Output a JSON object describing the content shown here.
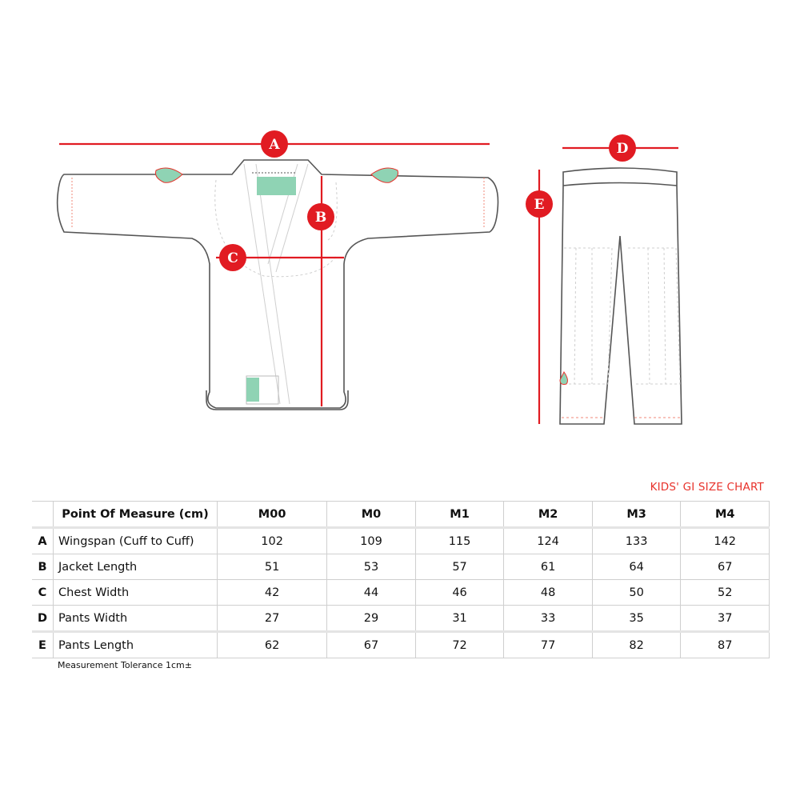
{
  "diagram": {
    "markers": [
      "A",
      "B",
      "C",
      "D",
      "E"
    ],
    "accent_color": "#e11b22",
    "badge_color": "#8fd3b4"
  },
  "chart_title": "KIDS' GI SIZE CHART",
  "table": {
    "header_label": "Point Of Measure (cm)",
    "sizes": [
      "M00",
      "M0",
      "M1",
      "M2",
      "M3",
      "M4"
    ],
    "rows": [
      {
        "letter": "A",
        "name": "Wingspan (Cuff  to Cuff)",
        "values": [
          "102",
          "109",
          "115",
          "124",
          "133",
          "142"
        ]
      },
      {
        "letter": "B",
        "name": "Jacket Length",
        "values": [
          "51",
          "53",
          "57",
          "61",
          "64",
          "67"
        ]
      },
      {
        "letter": "C",
        "name": "Chest Width",
        "values": [
          "42",
          "44",
          "46",
          "48",
          "50",
          "52"
        ]
      },
      {
        "letter": "D",
        "name": "Pants Width",
        "values": [
          "27",
          "29",
          "31",
          "33",
          "35",
          "37"
        ]
      },
      {
        "letter": "E",
        "name": "Pants Length",
        "values": [
          "62",
          "67",
          "72",
          "77",
          "82",
          "87"
        ]
      }
    ]
  },
  "tolerance_note": "Measurement Tolerance 1cm±"
}
